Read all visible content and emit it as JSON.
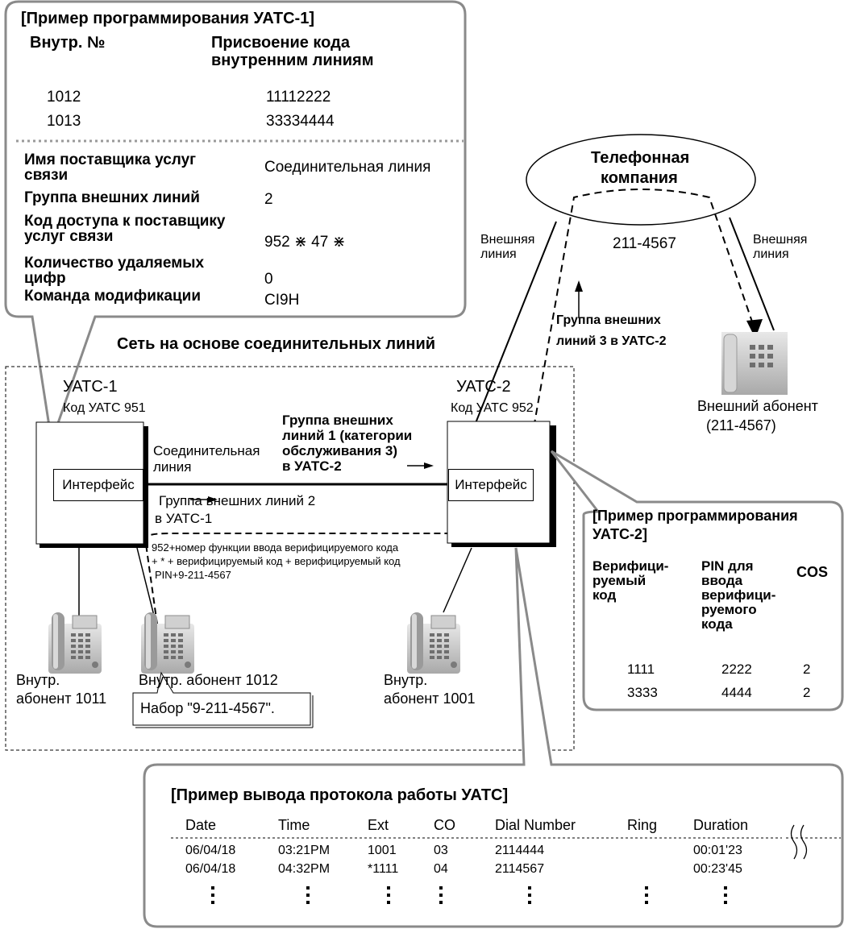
{
  "pbx1_example": {
    "title": "[Пример программирования УАТС-1]",
    "col_ext": "Внутр. №",
    "col_code_line1": "Присвоение кода",
    "col_code_line2": "внутренним линиям",
    "rows": [
      {
        "ext": "1012",
        "code": "11112222"
      },
      {
        "ext": "1013",
        "code": "33334444"
      }
    ],
    "fields": [
      {
        "label_line1": "Имя поставщика услуг",
        "label_line2": "связи",
        "value": "Соединительная линия"
      },
      {
        "label_line1": "Группа внешних линий",
        "label_line2": "",
        "value": "2"
      },
      {
        "label_line1": "Код доступа к поставщику",
        "label_line2": "услуг связи",
        "value": "952 ⋇ 47 ⋇"
      },
      {
        "label_line1": "Количество удаляемых",
        "label_line2": "цифр",
        "value": "0"
      },
      {
        "label_line1": "Команда модификации",
        "label_line2": "",
        "value": "CI9H"
      }
    ]
  },
  "network_title": "Сеть на основе соединительных линий",
  "telco": {
    "line1": "Телефонная",
    "line2": "компания"
  },
  "outside_number": "211-4567",
  "co_line_left": {
    "line1": "Внешняя",
    "line2": "линия"
  },
  "co_line_right": {
    "line1": "Внешняя",
    "line2": "линия"
  },
  "group3_label": {
    "line1": "Группа внешних",
    "line2": "линий 3 в УАТС-2"
  },
  "pbx1": {
    "name": "УАТС-1",
    "code": "Код УАТС 951",
    "interface": "Интерфейс"
  },
  "pbx2": {
    "name": "УАТС-2",
    "code": "Код УАТС 952",
    "interface": "Интерфейс"
  },
  "tie_line": {
    "line1": "Соединительная",
    "line2": "линия"
  },
  "group1_label": {
    "line1": "Группа внешних",
    "line2": "линий 1 (категории",
    "line3": "обслуживания 3)",
    "line4": "в УАТС-2"
  },
  "group2_label": {
    "line1": "Группа внешних линий 2",
    "line2": "в УАТС-1"
  },
  "dial_sequence": {
    "line1": "952+номер функции ввода верифицируемого кода",
    "line2": "+ * + верифицируемый код + верифицируемый код",
    "line3": "PIN+9-211-4567"
  },
  "outside_party": {
    "line1": "Внешний абонент",
    "line2": "(211-4567)"
  },
  "ext_1011": {
    "line1": "Внутр.",
    "line2": "абонент 1011"
  },
  "ext_1012": {
    "line1": "Внутр. абонент 1012"
  },
  "ext_1001": {
    "line1": "Внутр.",
    "line2": "абонент 1001"
  },
  "dial_callout": "Набор \"9-211-4567\".",
  "pbx2_example": {
    "title_line1": "[Пример программирования",
    "title_line2": "УАТС-2]",
    "col1": [
      "Верифици-",
      "руемый",
      "код"
    ],
    "col2": [
      "PIN для",
      "ввода",
      "верифици-",
      "руемого",
      "кода"
    ],
    "col3": "COS",
    "rows": [
      {
        "code": "1111",
        "pin": "2222",
        "cos": "2"
      },
      {
        "code": "3333",
        "pin": "4444",
        "cos": "2"
      }
    ]
  },
  "smdr": {
    "title": "[Пример вывода протокола работы УАТС]",
    "headers": [
      "Date",
      "Time",
      "Ext",
      "CO",
      "Dial Number",
      "Ring",
      "Duration"
    ],
    "rows": [
      [
        "06/04/18",
        "03:21PM",
        "1001",
        "03",
        "2114444",
        "",
        "00:01'23"
      ],
      [
        "06/04/18",
        "04:32PM",
        "*1111",
        "04",
        "2114567",
        "",
        "00:23'45"
      ]
    ]
  },
  "colors": {
    "box_border": "#8a8a8a",
    "phone_gray": "#bfbfbf",
    "line": "#000000"
  }
}
